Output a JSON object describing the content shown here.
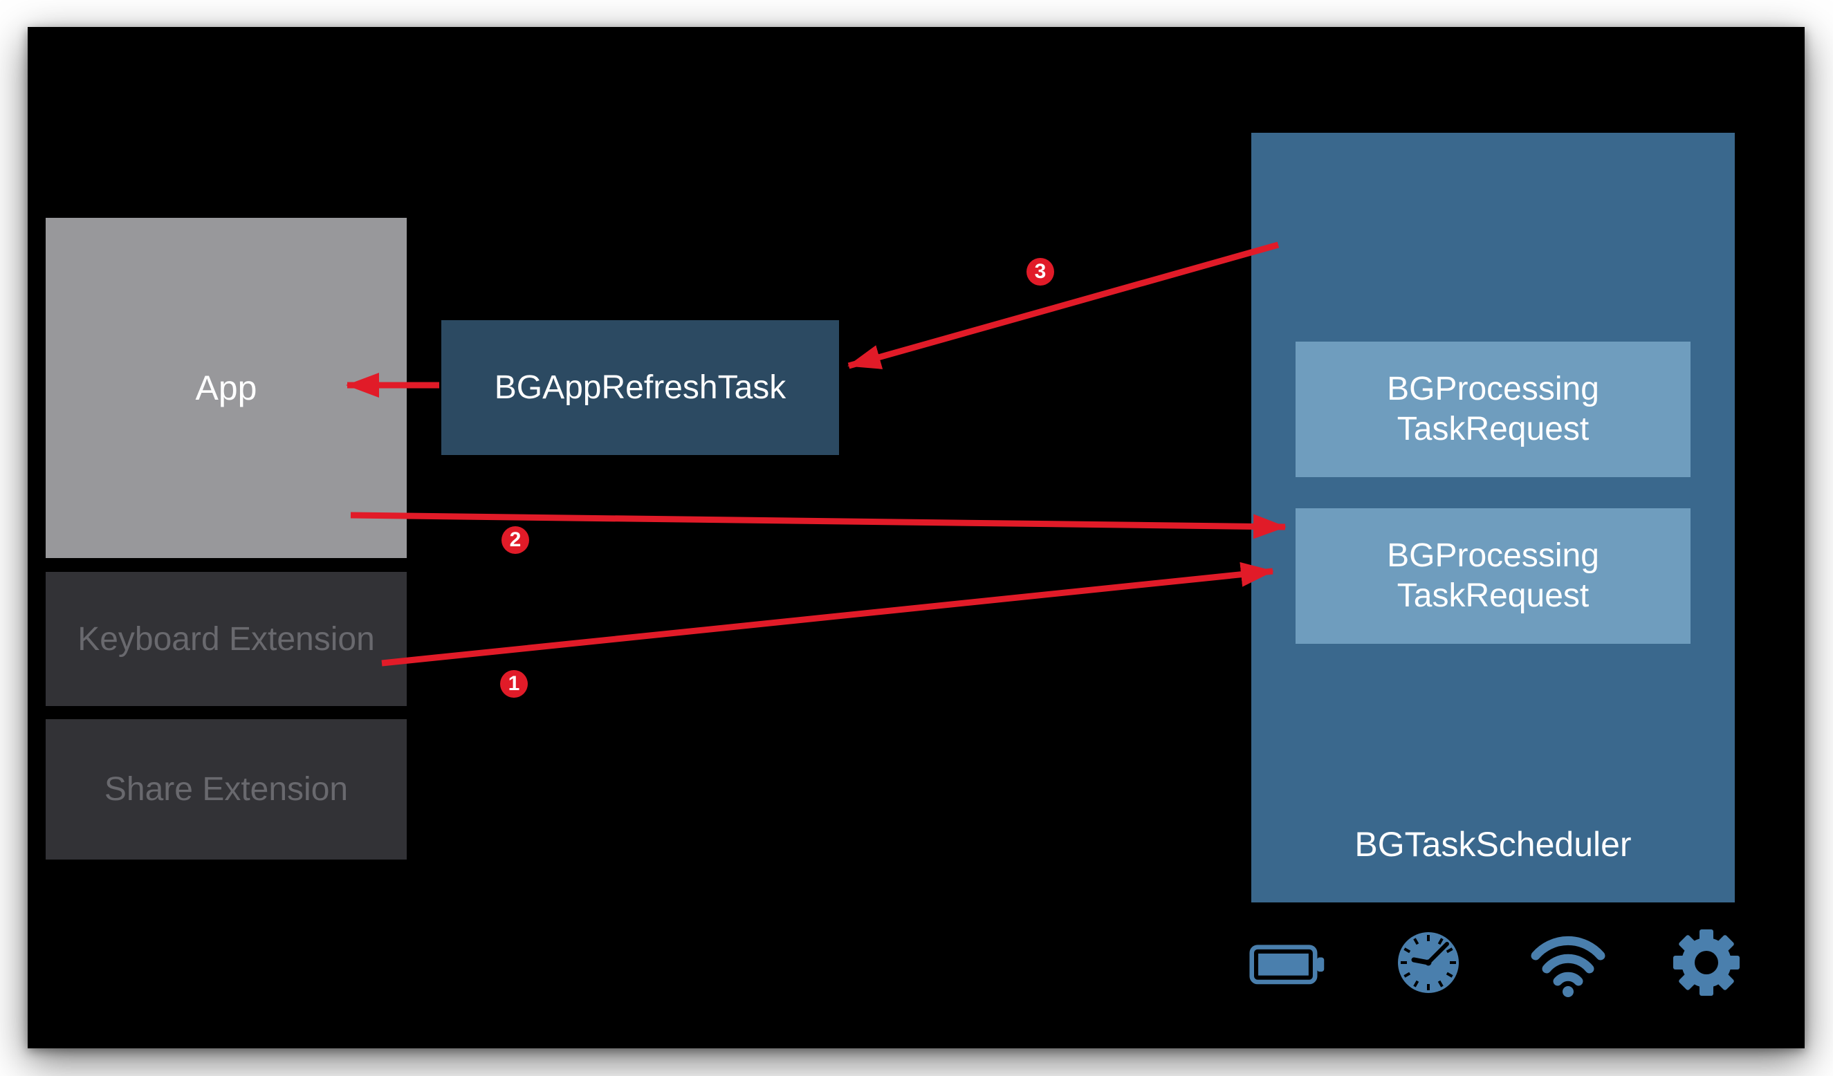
{
  "slide": {
    "left_column": {
      "app_label": "App",
      "keyboard_extension_label": "Keyboard Extension",
      "share_extension_label": "Share Extension"
    },
    "refresh_task": {
      "label": "BGAppRefreshTask"
    },
    "scheduler": {
      "title": "BGTaskScheduler",
      "requests": [
        {
          "line1": "BGProcessing",
          "line2": "TaskRequest"
        },
        {
          "line1": "BGProcessing",
          "line2": "TaskRequest"
        }
      ]
    },
    "steps": [
      {
        "number": "1"
      },
      {
        "number": "2"
      },
      {
        "number": "3"
      }
    ],
    "icons": [
      "battery-icon",
      "clock-icon",
      "wifi-icon",
      "gear-icon"
    ],
    "colors": {
      "canvas": "#ffffff",
      "slide_background": "#000000",
      "app_box": "#98989b",
      "extension_box": "#323236",
      "extension_text": "#69696e",
      "refresh_box": "#2c4a62",
      "scheduler_panel": "#3a688d",
      "request_box": "#6f9dbe",
      "arrow_red": "#e11b28",
      "icon_blue": "#4a7fad",
      "label_text": "#ffffff"
    }
  }
}
